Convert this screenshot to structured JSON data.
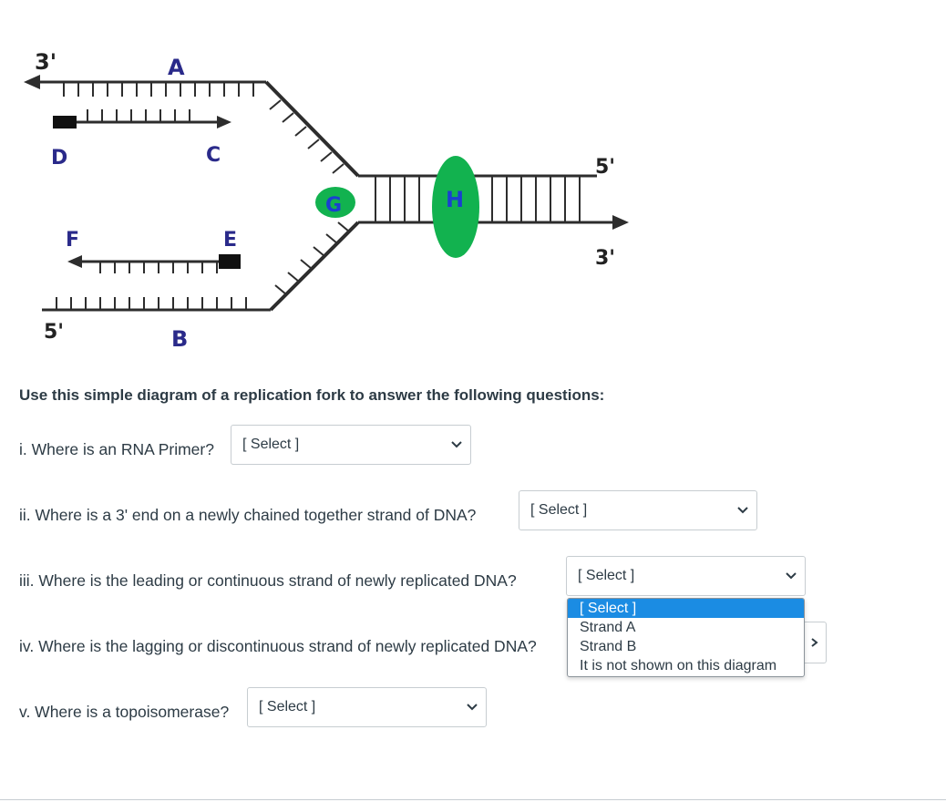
{
  "diagram": {
    "labels": {
      "three_prime_top": "3'",
      "a": "A",
      "c": "C",
      "d": "D",
      "five_prime_right": "5'",
      "g": "G",
      "h": "H",
      "f": "F",
      "e": "E",
      "three_prime_right": "3'",
      "five_prime_bottom": "5'",
      "b": "B"
    },
    "colors": {
      "enzyme_green": "#12b24f",
      "h_text": "#1b3fd0",
      "strand": "#2d2d2d"
    }
  },
  "intro": "Use this simple diagram of a replication fork to answer the following questions:",
  "questions": [
    {
      "text": "i. Where is an RNA Primer?",
      "selected": "[ Select ]"
    },
    {
      "text": "ii. Where is a 3' end on a newly chained together strand of DNA?",
      "selected": "[ Select ]"
    },
    {
      "text": "iii. Where is the leading or continuous strand of newly replicated DNA?",
      "selected": "[ Select ]"
    },
    {
      "text": "iv. Where is the lagging or discontinuous strand of newly replicated DNA?",
      "selected": ""
    },
    {
      "text": "v. Where is a topoisomerase?",
      "selected": "[ Select ]"
    }
  ],
  "dropdown": {
    "options": [
      "[ Select ]",
      "Strand A",
      "Strand B",
      "It is not shown on this diagram"
    ],
    "highlight_color": "#1b8ce3"
  },
  "icons": {
    "select_arrow": "chevron-down-icon",
    "partial_arrow": "chevron-right-icon"
  }
}
